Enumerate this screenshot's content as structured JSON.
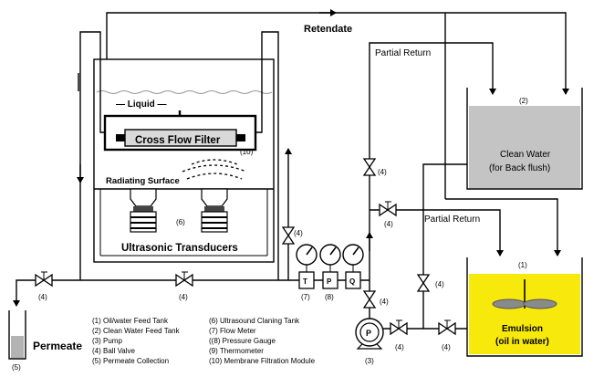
{
  "labels": {
    "retendate": "Retendate",
    "partial_return_top": "Partial Return",
    "partial_return_mid": "Partial Return",
    "liquid": "— Liquid —",
    "cross_flow_filter": "Cross Flow Filter",
    "filter_num": "(10)",
    "radiating_surface": "Radiating Surface",
    "transducer_num": "(6)",
    "ultrasonic_transducers": "Ultrasonic Transducers",
    "clean_water_num": "(2)",
    "clean_water_line1": "Clean Water",
    "clean_water_line2": "(for Back flush)",
    "emulsion_num": "(1)",
    "emulsion_line1": "Emulsion",
    "emulsion_line2": "(oil in water)",
    "permeate": "Permeate",
    "permeate_num": "(5)",
    "pump_symbol": "P",
    "pump_num": "(3)",
    "valve_num": "(4)",
    "flow_meter_symbol": "T",
    "pressure_symbol": "P",
    "q_symbol": "Q",
    "flow_num": "(7)",
    "pressure_num": "(8)"
  },
  "legend": [
    "(1)  Oil/water Feed Tank",
    "(2)  Clean Water Feed Tank",
    "(3)  Pump",
    "(4)  Ball Valve",
    "(5)  Permeate Collection",
    "(6)  Ultrasound Claning Tank",
    "(7)  Flow Meter",
    "((8)  Pressure Gauge",
    "(9)  Thermometer",
    "(10)  Membrane Filtration Module"
  ],
  "colors": {
    "emulsion_fill": "#f7e90c",
    "clean_water_fill": "#c4c4c4",
    "filter_fill": "#d9d9d9",
    "permeate_fill": "#b3b3b3"
  }
}
